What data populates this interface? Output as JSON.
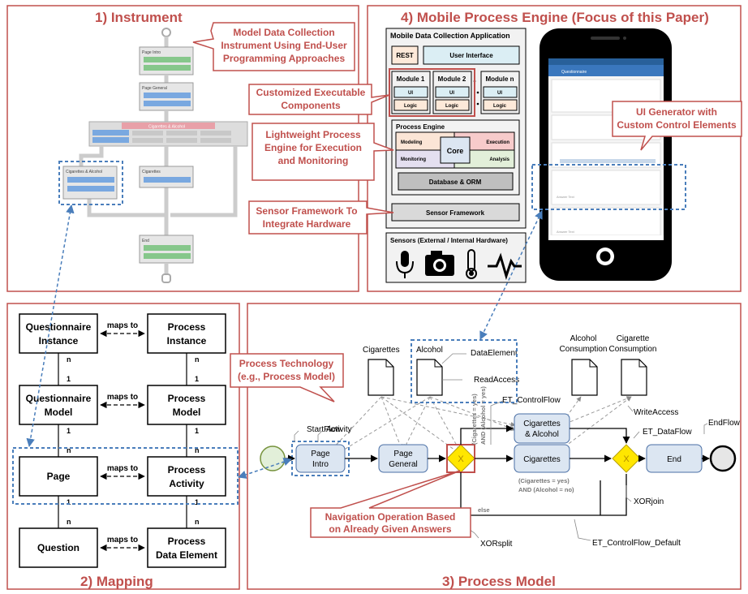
{
  "sections": {
    "instrument": "1) Instrument",
    "mobile_engine": "4) Mobile Process Engine (Focus of this Paper)",
    "mapping": "2) Mapping",
    "process_model": "3) Process Model"
  },
  "callouts": {
    "model_data_collection": [
      "Model Data Collection",
      "Instrument Using End-User",
      "Programming Approaches"
    ],
    "custom_exec": [
      "Customized Executable",
      "Components"
    ],
    "lightweight": [
      "Lightweight Process",
      "Engine for Execution",
      "and Monitoring"
    ],
    "sensor_fw": [
      "Sensor Framework To",
      "Integrate Hardware"
    ],
    "ui_generator": [
      "UI Generator with",
      "Custom Control Elements"
    ],
    "process_tech": [
      "Process Technology",
      "(e.g., Process Model)"
    ],
    "navigation": [
      "Navigation Operation Based",
      "on Already Given Answers"
    ]
  },
  "instrument_nodes": {
    "page_intro": "Page Intro",
    "page_general": "Page General",
    "cig_alc_header": "Cigarettes & Alcohol",
    "cig_alc": "Cigarettes & Alcohol",
    "cigarettes": "Cigarettes",
    "end": "End"
  },
  "engine": {
    "app_title": "Mobile Data Collection Application",
    "rest": "REST",
    "ui": "User Interface",
    "modules": [
      "Module 1",
      "Module 2",
      "Module n"
    ],
    "module_ui": "UI",
    "module_logic": "Logic",
    "pe_title": "Process Engine",
    "modeling": "Modeling",
    "execution": "Execution",
    "monitoring": "Monitoring",
    "analysis": "Analysis",
    "core": "Core",
    "db": "Database & ORM",
    "sensor_fw": "Sensor Framework",
    "sensors_title": "Sensors (External / Internal Hardware)",
    "phone_title": "Questionnaire",
    "phone_fields": [
      "Answer Text",
      "Answer Text",
      "Answer Text"
    ]
  },
  "mapping": {
    "left": [
      [
        "Questionnaire",
        "Instance"
      ],
      [
        "Questionnaire",
        "Model"
      ],
      [
        "Page"
      ],
      [
        "Question"
      ]
    ],
    "right": [
      [
        "Process",
        "Instance"
      ],
      [
        "Process",
        "Model"
      ],
      [
        "Process",
        "Activity"
      ],
      [
        "Process",
        "Data Element"
      ]
    ],
    "maps_to": "maps to",
    "n": "n",
    "one": "1"
  },
  "process": {
    "activities": {
      "page_intro": [
        "Page",
        "Intro"
      ],
      "page_general": [
        "Page",
        "General"
      ],
      "cig_alc": [
        "Cigarettes",
        "& Alcohol"
      ],
      "cigarettes": "Cigarettes",
      "end": "End"
    },
    "data_elements": {
      "cigarettes": "Cigarettes",
      "alcohol": "Alcohol",
      "alcohol_consumption": [
        "Alcohol",
        "Consumption"
      ],
      "cigarette_consumption": [
        "Cigarette",
        "Consumption"
      ]
    },
    "labels": {
      "start_flow": "StartFlow",
      "activity": "Activity",
      "data_element": "DataElement",
      "read_access": "ReadAccess",
      "et_control_flow": "ET_ControlFlow",
      "write_access": "WriteAccess",
      "et_data_flow": "ET_DataFlow",
      "end_flow": "EndFlow",
      "xor_join": "XORjoin",
      "xor_split": "XORsplit",
      "et_default": "ET_ControlFlow_Default",
      "cond1": [
        "(Cigarettes = yes)",
        "AND (Alcohol = yes)"
      ],
      "cond2": [
        "(Cigarettes = yes)",
        "AND (Alcohol = no)"
      ],
      "else": "else",
      "gateway_symbol": "X"
    }
  },
  "colors": {
    "accent": "#c0504d",
    "dashed_blue": "#4a7ebb",
    "activity_fill": "#dce6f2",
    "gateway_fill": "#ffe600"
  }
}
